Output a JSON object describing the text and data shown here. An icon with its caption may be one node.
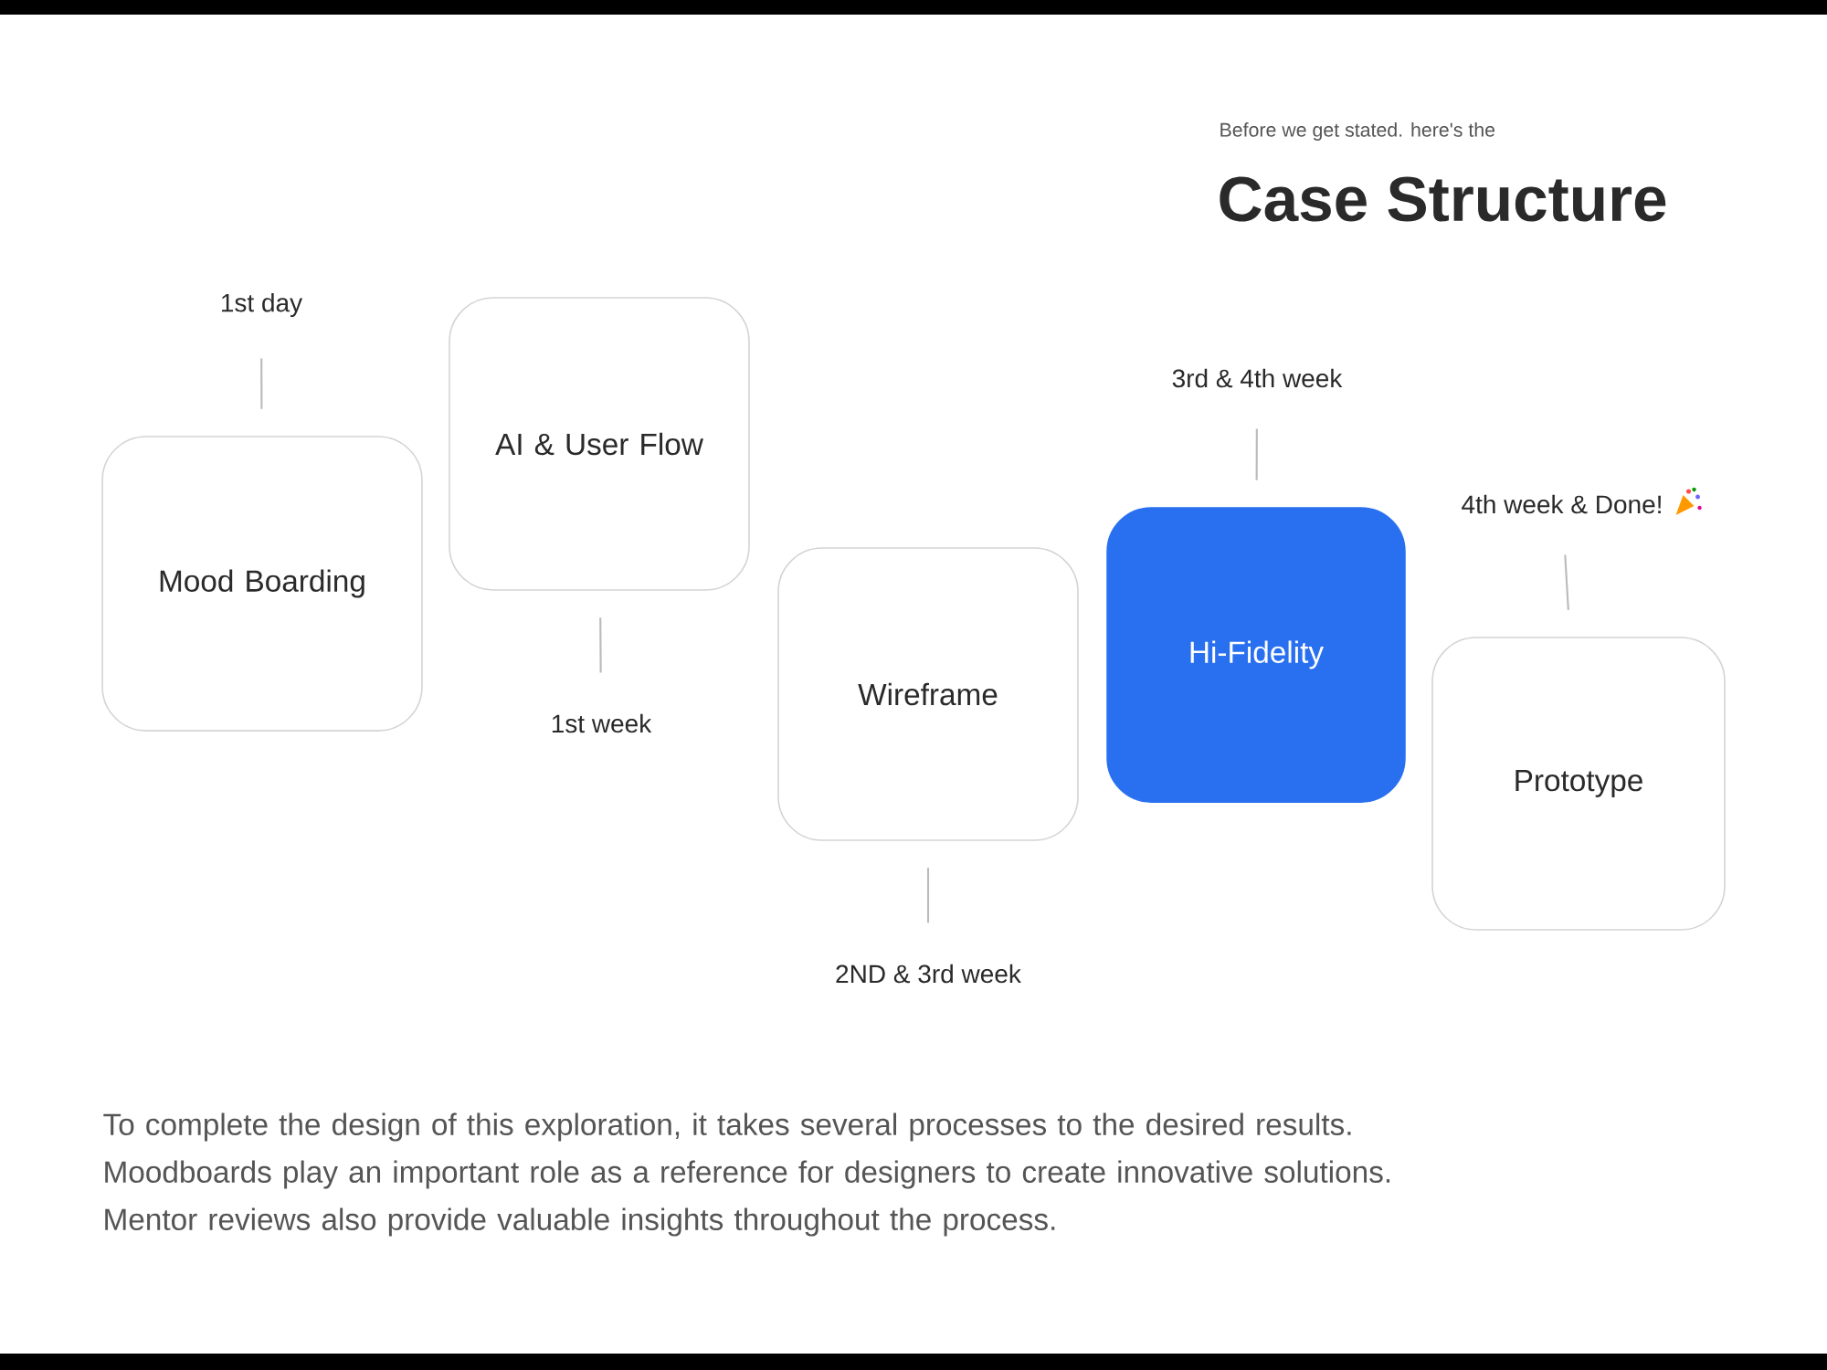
{
  "diagram": {
    "title": "Case Structure",
    "caption": "To complete the design of this exploration, it takes several processes to the desired results. Moodboards play an important role as a reference for designers to create innovative solutions. Mentor reviews also provide valuable insights throughout the process.",
    "nodes": [
      {
        "text": [
          "Mood Boarding"
        ]
      },
      {
        "text": [
          "AI & User Flow"
        ]
      },
      {
        "text": [
          "Wireframe"
        ]
      },
      {
        "text": [
          "Hi-Fidelity"
        ]
      },
      {
        "text": [
          "Prototype"
        ]
      },
      {
        "text": [
          "1st day"
        ]
      },
      {
        "text": [
          "1st week"
        ]
      },
      {
        "text": [
          "2ND & 3rd week"
        ]
      },
      {
        "text": [
          "3rd & 4th week"
        ]
      },
      {
        "text": [
          "4th week & Done!"
        ]
      }
    ],
    "edges": [
      {
        "from": 5,
        "to": 0,
        "arrow": "none"
      },
      {
        "from": 6,
        "to": 1,
        "arrow": "none"
      },
      {
        "from": 7,
        "to": 2,
        "arrow": "none"
      },
      {
        "from": 8,
        "to": 3,
        "arrow": "none"
      },
      {
        "from": 9,
        "to": 4,
        "arrow": "none"
      }
    ],
    "labels": [
      "Before we get stated. here's the"
    ]
  }
}
